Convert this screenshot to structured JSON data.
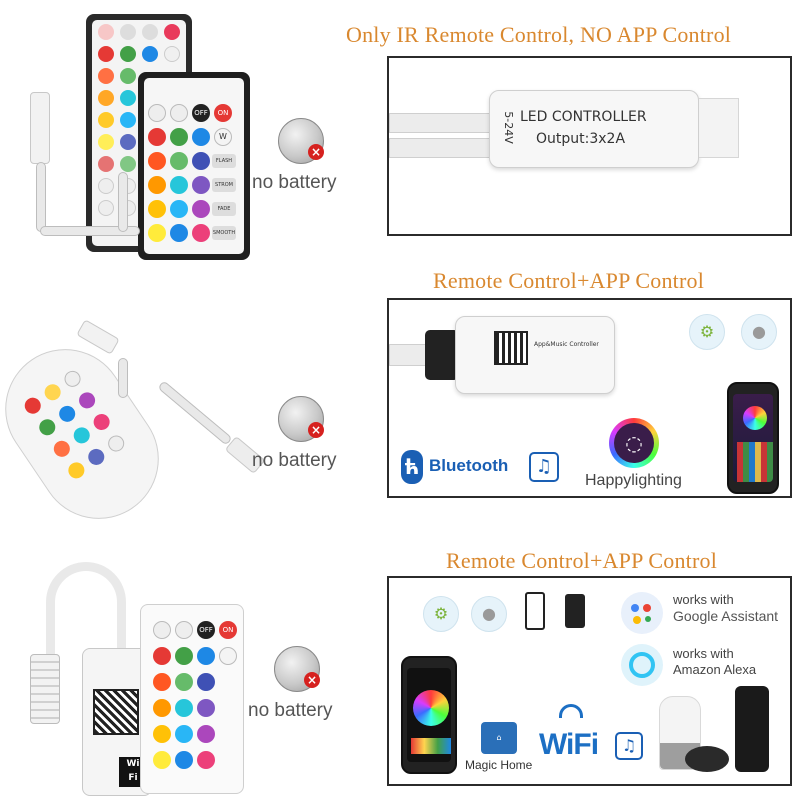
{
  "section1": {
    "heading": "Only IR Remote Control, NO APP Control",
    "battery_label": "no battery",
    "controller": {
      "line1": "LED CONTROLLER",
      "line2": "Output:3x2A",
      "voltage": "5-24V"
    },
    "remote_buttons": [
      "OFF",
      "ON",
      "W",
      "FLASH",
      "STROM",
      "FADE",
      "SMOOTH"
    ]
  },
  "section2": {
    "heading": "Remote Control+APP Control",
    "battery_label": "no battery",
    "bluetooth_label": "Bluetooth",
    "happylighting_label": "Happylighting",
    "controller_text": "App&Music Controller"
  },
  "section3": {
    "heading": "Remote Control+APP Control",
    "battery_label": "no battery",
    "google_line1": "works with",
    "google_line2": "Google Assistant",
    "alexa_line1": "works with",
    "alexa_line2": "Amazon Alexa",
    "magic_home_label": "Magic Home",
    "wifi_label": "WiFi",
    "remote_buttons": [
      "OFF",
      "ON"
    ]
  },
  "colors": {
    "heading": "#d9882f",
    "frame": "#2b2b2b",
    "bluetooth": "#1a5fb4",
    "wifi_blue": "#1c6fc4"
  }
}
